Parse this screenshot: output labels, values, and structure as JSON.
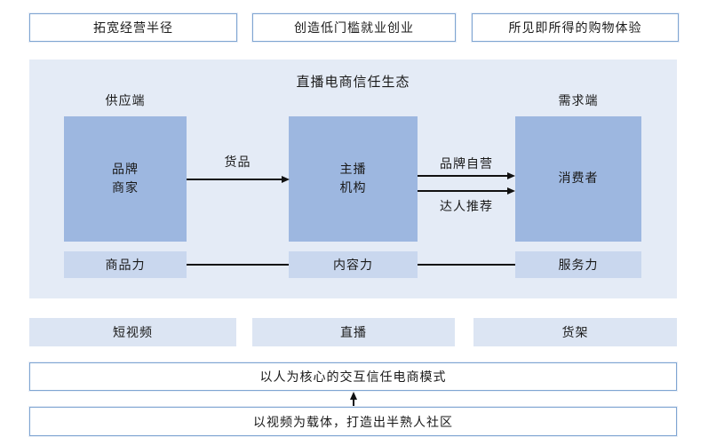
{
  "colors": {
    "panel_bg": "#e4ebf6",
    "entity_box": "#9db7e0",
    "capability_box": "#c9d7ee",
    "channel_box": "#dce5f3",
    "outline_border": "#7fa5d2",
    "text": "#1a1a1a"
  },
  "top_row": {
    "items": [
      {
        "label": "拓宽经营半径"
      },
      {
        "label": "创造低门槛就业创业"
      },
      {
        "label": "所见即所得的购物体验"
      }
    ]
  },
  "ecosystem": {
    "title": "直播电商信任生态",
    "supply_label": "供应端",
    "demand_label": "需求端",
    "entities": [
      {
        "line1": "品牌",
        "line2": "商家"
      },
      {
        "line1": "主播",
        "line2": "机构"
      },
      {
        "line1": "消费者",
        "line2": ""
      }
    ],
    "arrow_labels": {
      "goods": "货品",
      "brand_direct": "品牌自营",
      "talent_recommend": "达人推荐"
    },
    "capabilities": [
      {
        "label": "商品力"
      },
      {
        "label": "内容力"
      },
      {
        "label": "服务力"
      }
    ]
  },
  "channels": [
    {
      "label": "短视频"
    },
    {
      "label": "直播"
    },
    {
      "label": "货架"
    }
  ],
  "model_statement": "以人为核心的交互信任电商模式",
  "community_statement": "以视频为载体，打造出半熟人社区"
}
